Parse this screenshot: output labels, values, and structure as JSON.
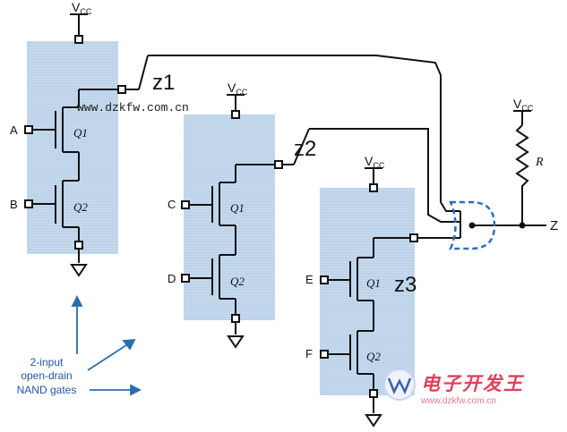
{
  "supply": {
    "name": "V",
    "sub": "CC"
  },
  "gates": [
    {
      "output": "z1",
      "inputs": [
        "A",
        "B"
      ],
      "transistors": [
        "Q1",
        "Q2"
      ]
    },
    {
      "output": "z2",
      "inputs": [
        "C",
        "D"
      ],
      "transistors": [
        "Q1",
        "Q2"
      ]
    },
    {
      "output": "z3",
      "inputs": [
        "E",
        "F"
      ],
      "transistors": [
        "Q1",
        "Q2"
      ]
    }
  ],
  "pullup": {
    "resistor": "R"
  },
  "output": {
    "label": "Z"
  },
  "annotation": {
    "lines": [
      "2-input",
      "open-drain",
      "NAND gates"
    ]
  },
  "watermark": {
    "url": "www.dzkfw.com.cn",
    "brand": "电子开发王",
    "brand_url": "www.dzkfw.com.cn"
  },
  "colors": {
    "box_fill": "#bcd4ea",
    "wire": "#111111",
    "arrow": "#2b6cb0",
    "or_gate": "#2a6fbf",
    "annotation": "#2456a6",
    "brand": "#e0405e"
  }
}
